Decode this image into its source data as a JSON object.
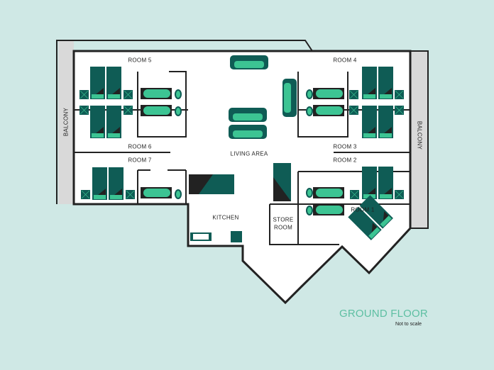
{
  "title": "GROUND FLOOR",
  "note": "Not to scale",
  "rooms": {
    "room1": "ROOM 1",
    "room2": "ROOM 2",
    "room3": "ROOM 3",
    "room4": "ROOM 4",
    "room5": "ROOM 5",
    "room6": "ROOM 6",
    "room7": "ROOM 7",
    "living": "LIVING AREA",
    "kitchen": "KITCHEN",
    "store1": "STORE",
    "store2": "ROOM"
  },
  "balcony_left": "BALCONY",
  "balcony_right": "BALCONY",
  "colors": {
    "background": "#cfe8e5",
    "wall": "#222222",
    "furniture_dark": "#0f5c55",
    "furniture_light": "#3cc493",
    "balcony": "#d9d9d9",
    "title": "#5dbfa2"
  }
}
